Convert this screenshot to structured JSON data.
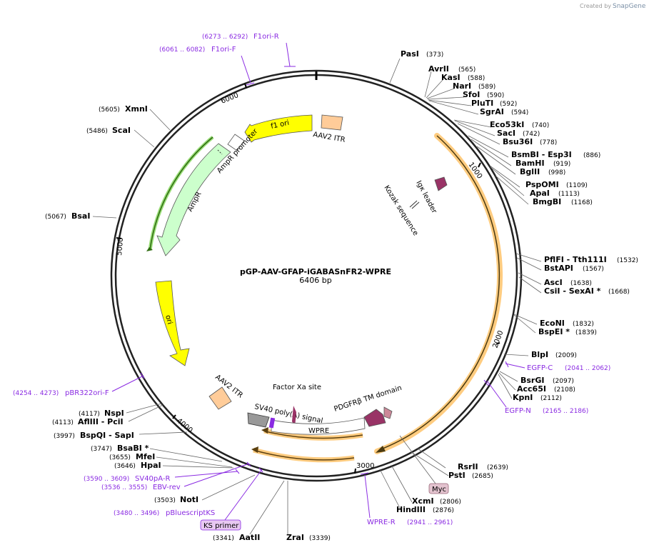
{
  "credit": {
    "prefix": "Created by",
    "brand": "SnapGene"
  },
  "plasmid": {
    "name": "pGP-AAV-GFAP-iGABASnFR2-WPRE",
    "length_label": "6406 bp",
    "length": 6406
  },
  "ruler_ticks": [
    "1000",
    "2000",
    "3000",
    "4000",
    "5000",
    "6000"
  ],
  "enzymes": [
    {
      "name": "PasI",
      "pos": "(373)"
    },
    {
      "name": "AvrII",
      "pos": "(565)"
    },
    {
      "name": "KasI",
      "pos": "(588)"
    },
    {
      "name": "NarI",
      "pos": "(589)"
    },
    {
      "name": "SfoI",
      "pos": "(590)"
    },
    {
      "name": "PluTI",
      "pos": "(592)"
    },
    {
      "name": "SgrAI",
      "pos": "(594)"
    },
    {
      "name": "Eco53kI",
      "pos": "(740)"
    },
    {
      "name": "SacI",
      "pos": "(742)"
    },
    {
      "name": "Bsu36I",
      "pos": "(778)"
    },
    {
      "name": "BsmBI - Esp3I",
      "pos": "(886)"
    },
    {
      "name": "BamHI",
      "pos": "(919)"
    },
    {
      "name": "BglII",
      "pos": "(998)"
    },
    {
      "name": "PspOMI",
      "pos": "(1109)"
    },
    {
      "name": "ApaI",
      "pos": "(1113)"
    },
    {
      "name": "BmgBI",
      "pos": "(1168)"
    },
    {
      "name": "PflFI - Tth111I",
      "pos": "(1532)"
    },
    {
      "name": "BstAPI",
      "pos": "(1567)"
    },
    {
      "name": "AscI",
      "pos": "(1638)"
    },
    {
      "name": "CsiI - SexAI *",
      "pos": "(1668)"
    },
    {
      "name": "EcoNI",
      "pos": "(1832)"
    },
    {
      "name": "BspEI *",
      "pos": "(1839)"
    },
    {
      "name": "BlpI",
      "pos": "(2009)"
    },
    {
      "name": "BsrGI",
      "pos": "(2097)"
    },
    {
      "name": "Acc65I",
      "pos": "(2108)"
    },
    {
      "name": "KpnI",
      "pos": "(2112)"
    },
    {
      "name": "RsrII",
      "pos": "(2639)"
    },
    {
      "name": "PstI",
      "pos": "(2685)"
    },
    {
      "name": "XcmI",
      "pos": "(2806)"
    },
    {
      "name": "HindIII",
      "pos": "(2876)"
    },
    {
      "name": "ZraI",
      "pos": "(3339)"
    },
    {
      "name": "AatII",
      "pos": "(3341)"
    },
    {
      "name": "NotI",
      "pos": "(3503)"
    },
    {
      "name": "HpaI",
      "pos": "(3646)"
    },
    {
      "name": "MfeI",
      "pos": "(3655)"
    },
    {
      "name": "BsaBI *",
      "pos": "(3747)"
    },
    {
      "name": "BspQI - SapI",
      "pos": "(3997)"
    },
    {
      "name": "AflIII - PciI",
      "pos": "(4113)"
    },
    {
      "name": "NspI",
      "pos": "(4117)"
    },
    {
      "name": "BsaI",
      "pos": "(5067)"
    },
    {
      "name": "ScaI",
      "pos": "(5486)"
    },
    {
      "name": "XmnI",
      "pos": "(5605)"
    }
  ],
  "primers": [
    {
      "name": "F1ori-R",
      "range": "(6273 .. 6292)"
    },
    {
      "name": "F1ori-F",
      "range": "(6061 .. 6082)"
    },
    {
      "name": "EGFP-C",
      "range": "(2041 .. 2062)"
    },
    {
      "name": "EGFP-N",
      "range": "(2165 .. 2186)"
    },
    {
      "name": "WPRE-R",
      "range": "(2941 .. 2961)"
    },
    {
      "name": "pBR322ori-F",
      "range": "(4254 .. 4273)"
    },
    {
      "name": "SV40pA-R",
      "range": "(3590 .. 3609)"
    },
    {
      "name": "EBV-rev",
      "range": "(3536 .. 3555)"
    },
    {
      "name": "pBluescriptKS",
      "range": "(3480 .. 3496)"
    }
  ],
  "boxed_labels": {
    "myc": "Myc",
    "ks_primer": "KS primer"
  },
  "features": {
    "f1_ori": "f1 ori",
    "aav2_itr_top": "AAV2 ITR",
    "ampr_promoter": "AmpR promoter",
    "ampr": "AmpR",
    "ori": "ori",
    "igk_leader": "Igκ leader",
    "kozak": "Kozak sequence",
    "aav2_itr_bottom": "AAV2 ITR",
    "factor_xa": "Factor Xa site",
    "sv40_polya": "SV40 poly(A) signal",
    "wpre": "WPRE",
    "pdgfrb": "PDGFRβ TM domain"
  },
  "colors": {
    "backbone": "#222222",
    "f1ori": "#ffff00",
    "ampr": "#ccffcc",
    "itr": "#ffcc99",
    "signal": "#993366",
    "orf_highlight": "#ffcc80",
    "primer": "#8a2be2",
    "sv40": "#999999"
  }
}
